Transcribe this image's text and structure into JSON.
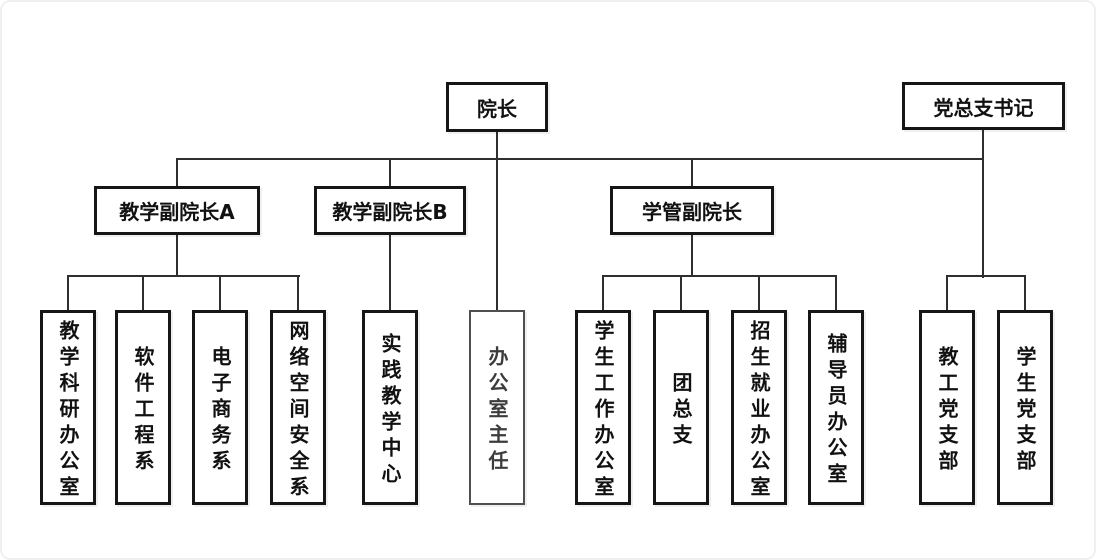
{
  "colors": {
    "background": "#ffffff",
    "panel_border": "#f0f0f0",
    "line": "#2f2f2f",
    "node_border": "#161616",
    "node_text": "#111111",
    "muted_border": "#4f4f4f",
    "muted_text": "#3c3c3c"
  },
  "org": {
    "level1": [
      {
        "id": "dean",
        "label": "院长"
      },
      {
        "id": "party-branch-secretary",
        "label": "党总支书记"
      }
    ],
    "level2": [
      {
        "id": "vice-dean-teaching-a",
        "label": "教学副院长A",
        "reports_to": "dean"
      },
      {
        "id": "vice-dean-teaching-b",
        "label": "教学副院长B",
        "reports_to": "dean"
      },
      {
        "id": "vice-dean-student-affairs",
        "label": "学管副院长",
        "reports_to": "dean"
      }
    ],
    "level3": [
      {
        "id": "teaching-research-office",
        "label": "教学科研办公室",
        "reports_to": "vice-dean-teaching-a"
      },
      {
        "id": "software-engineering-dept",
        "label": "软件工程系",
        "reports_to": "vice-dean-teaching-a"
      },
      {
        "id": "e-commerce-dept",
        "label": "电子商务系",
        "reports_to": "vice-dean-teaching-a"
      },
      {
        "id": "cyberspace-security-dept",
        "label": "网络空间安全系",
        "reports_to": "vice-dean-teaching-a"
      },
      {
        "id": "practical-teaching-center",
        "label": "实践教学中心",
        "reports_to": "vice-dean-teaching-b"
      },
      {
        "id": "office-director",
        "label": "办公室主任",
        "reports_to": "dean",
        "muted": true
      },
      {
        "id": "student-work-office",
        "label": "学生工作办公室",
        "reports_to": "vice-dean-student-affairs"
      },
      {
        "id": "league-general-branch",
        "label": "团总支",
        "reports_to": "vice-dean-student-affairs"
      },
      {
        "id": "admissions-employment-office",
        "label": "招生就业办公室",
        "reports_to": "vice-dean-student-affairs"
      },
      {
        "id": "counselor-office",
        "label": "辅导员办公室",
        "reports_to": "vice-dean-student-affairs"
      },
      {
        "id": "faculty-party-branch",
        "label": "教工党支部",
        "reports_to": "party-branch-secretary"
      },
      {
        "id": "student-party-branch",
        "label": "学生党支部",
        "reports_to": "party-branch-secretary"
      }
    ]
  }
}
